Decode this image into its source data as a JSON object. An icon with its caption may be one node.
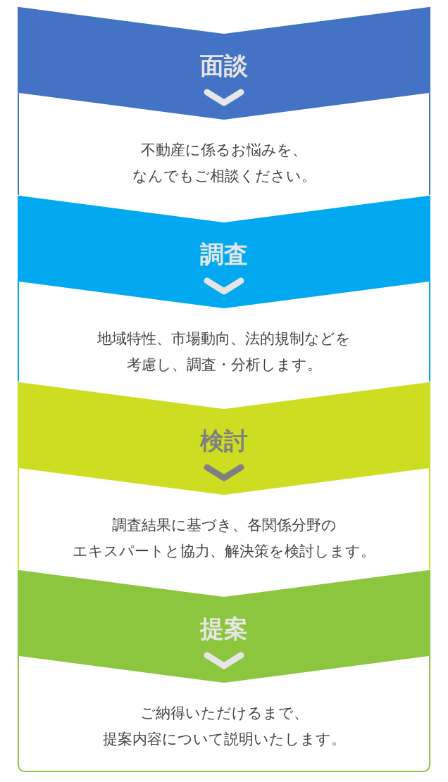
{
  "diagram": {
    "nodes": [
      {
        "text": [
          "面談",
          "不動産に係るお悩みを、なんでもご相談ください。"
        ]
      },
      {
        "text": [
          "調査",
          "地域特性、市場動向、法的規制などを考慮し、調査・分析します。"
        ]
      },
      {
        "text": [
          "検討",
          "調査結果に基づき、各関係分野のエキスパートと協力、解決策を検討します。"
        ]
      },
      {
        "text": [
          "提案",
          "ご納得いただけるまで、提案内容について説明いたします。"
        ]
      }
    ]
  }
}
